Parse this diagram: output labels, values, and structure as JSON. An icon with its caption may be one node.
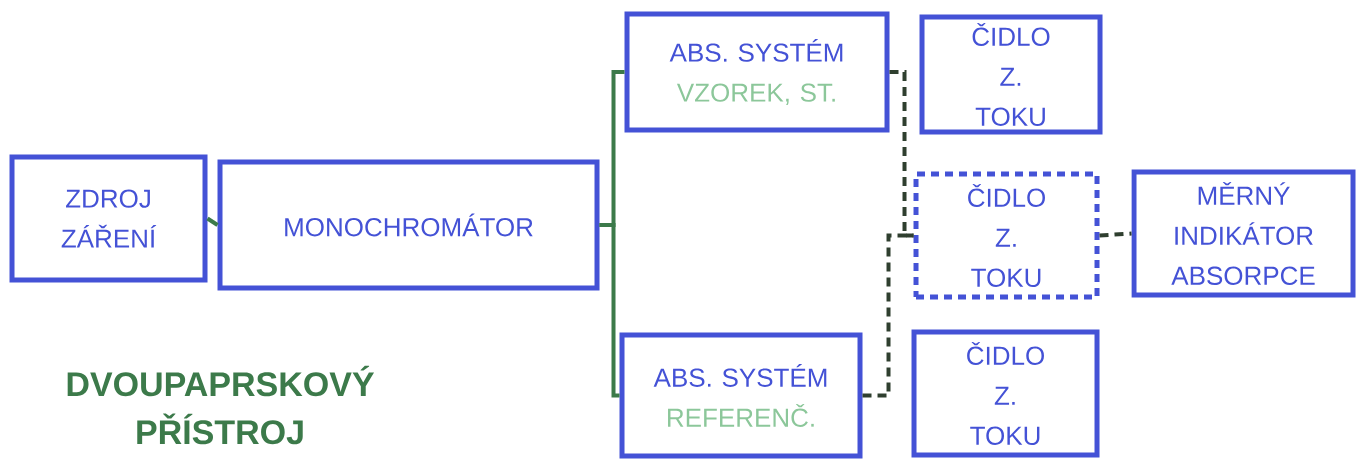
{
  "diagram": {
    "nodes": [
      {
        "text": [
          "ZDROJ ZÁŘENÍ"
        ]
      },
      {
        "text": [
          "MONOCHROMÁTOR"
        ]
      },
      {
        "text": [
          "ABS. SYSTÉM",
          "VZOREK, ST."
        ]
      },
      {
        "text": [
          "ČIDLO Z. TOKU"
        ]
      },
      {
        "text": [
          "ČIDLO Z. TOKU"
        ]
      },
      {
        "text": [
          "MĚRNÝ INDIKÁTOR ABSORPCE"
        ]
      },
      {
        "text": [
          "ABS. SYSTÉM",
          "REFERENČ."
        ]
      },
      {
        "text": [
          "ČIDLO Z. TOKU"
        ]
      }
    ],
    "edges": [
      {
        "from": 0,
        "to": 1,
        "arrow": "none"
      },
      {
        "from": 1,
        "to": 2,
        "arrow": "none"
      },
      {
        "from": 1,
        "to": 6,
        "arrow": "none"
      },
      {
        "from": 2,
        "to": 4,
        "arrow": "none",
        "style": "dashed",
        "color": "#2f3f2f"
      },
      {
        "from": 6,
        "to": 4,
        "arrow": "none",
        "style": "dashed",
        "color": "#2f3f2f"
      },
      {
        "from": 4,
        "to": 5,
        "arrow": "none",
        "style": "dashed",
        "color": "#2f3f2f"
      }
    ],
    "labels": [
      "DVOUPAPRSKOVÝ PŘÍSTROJ"
    ]
  }
}
